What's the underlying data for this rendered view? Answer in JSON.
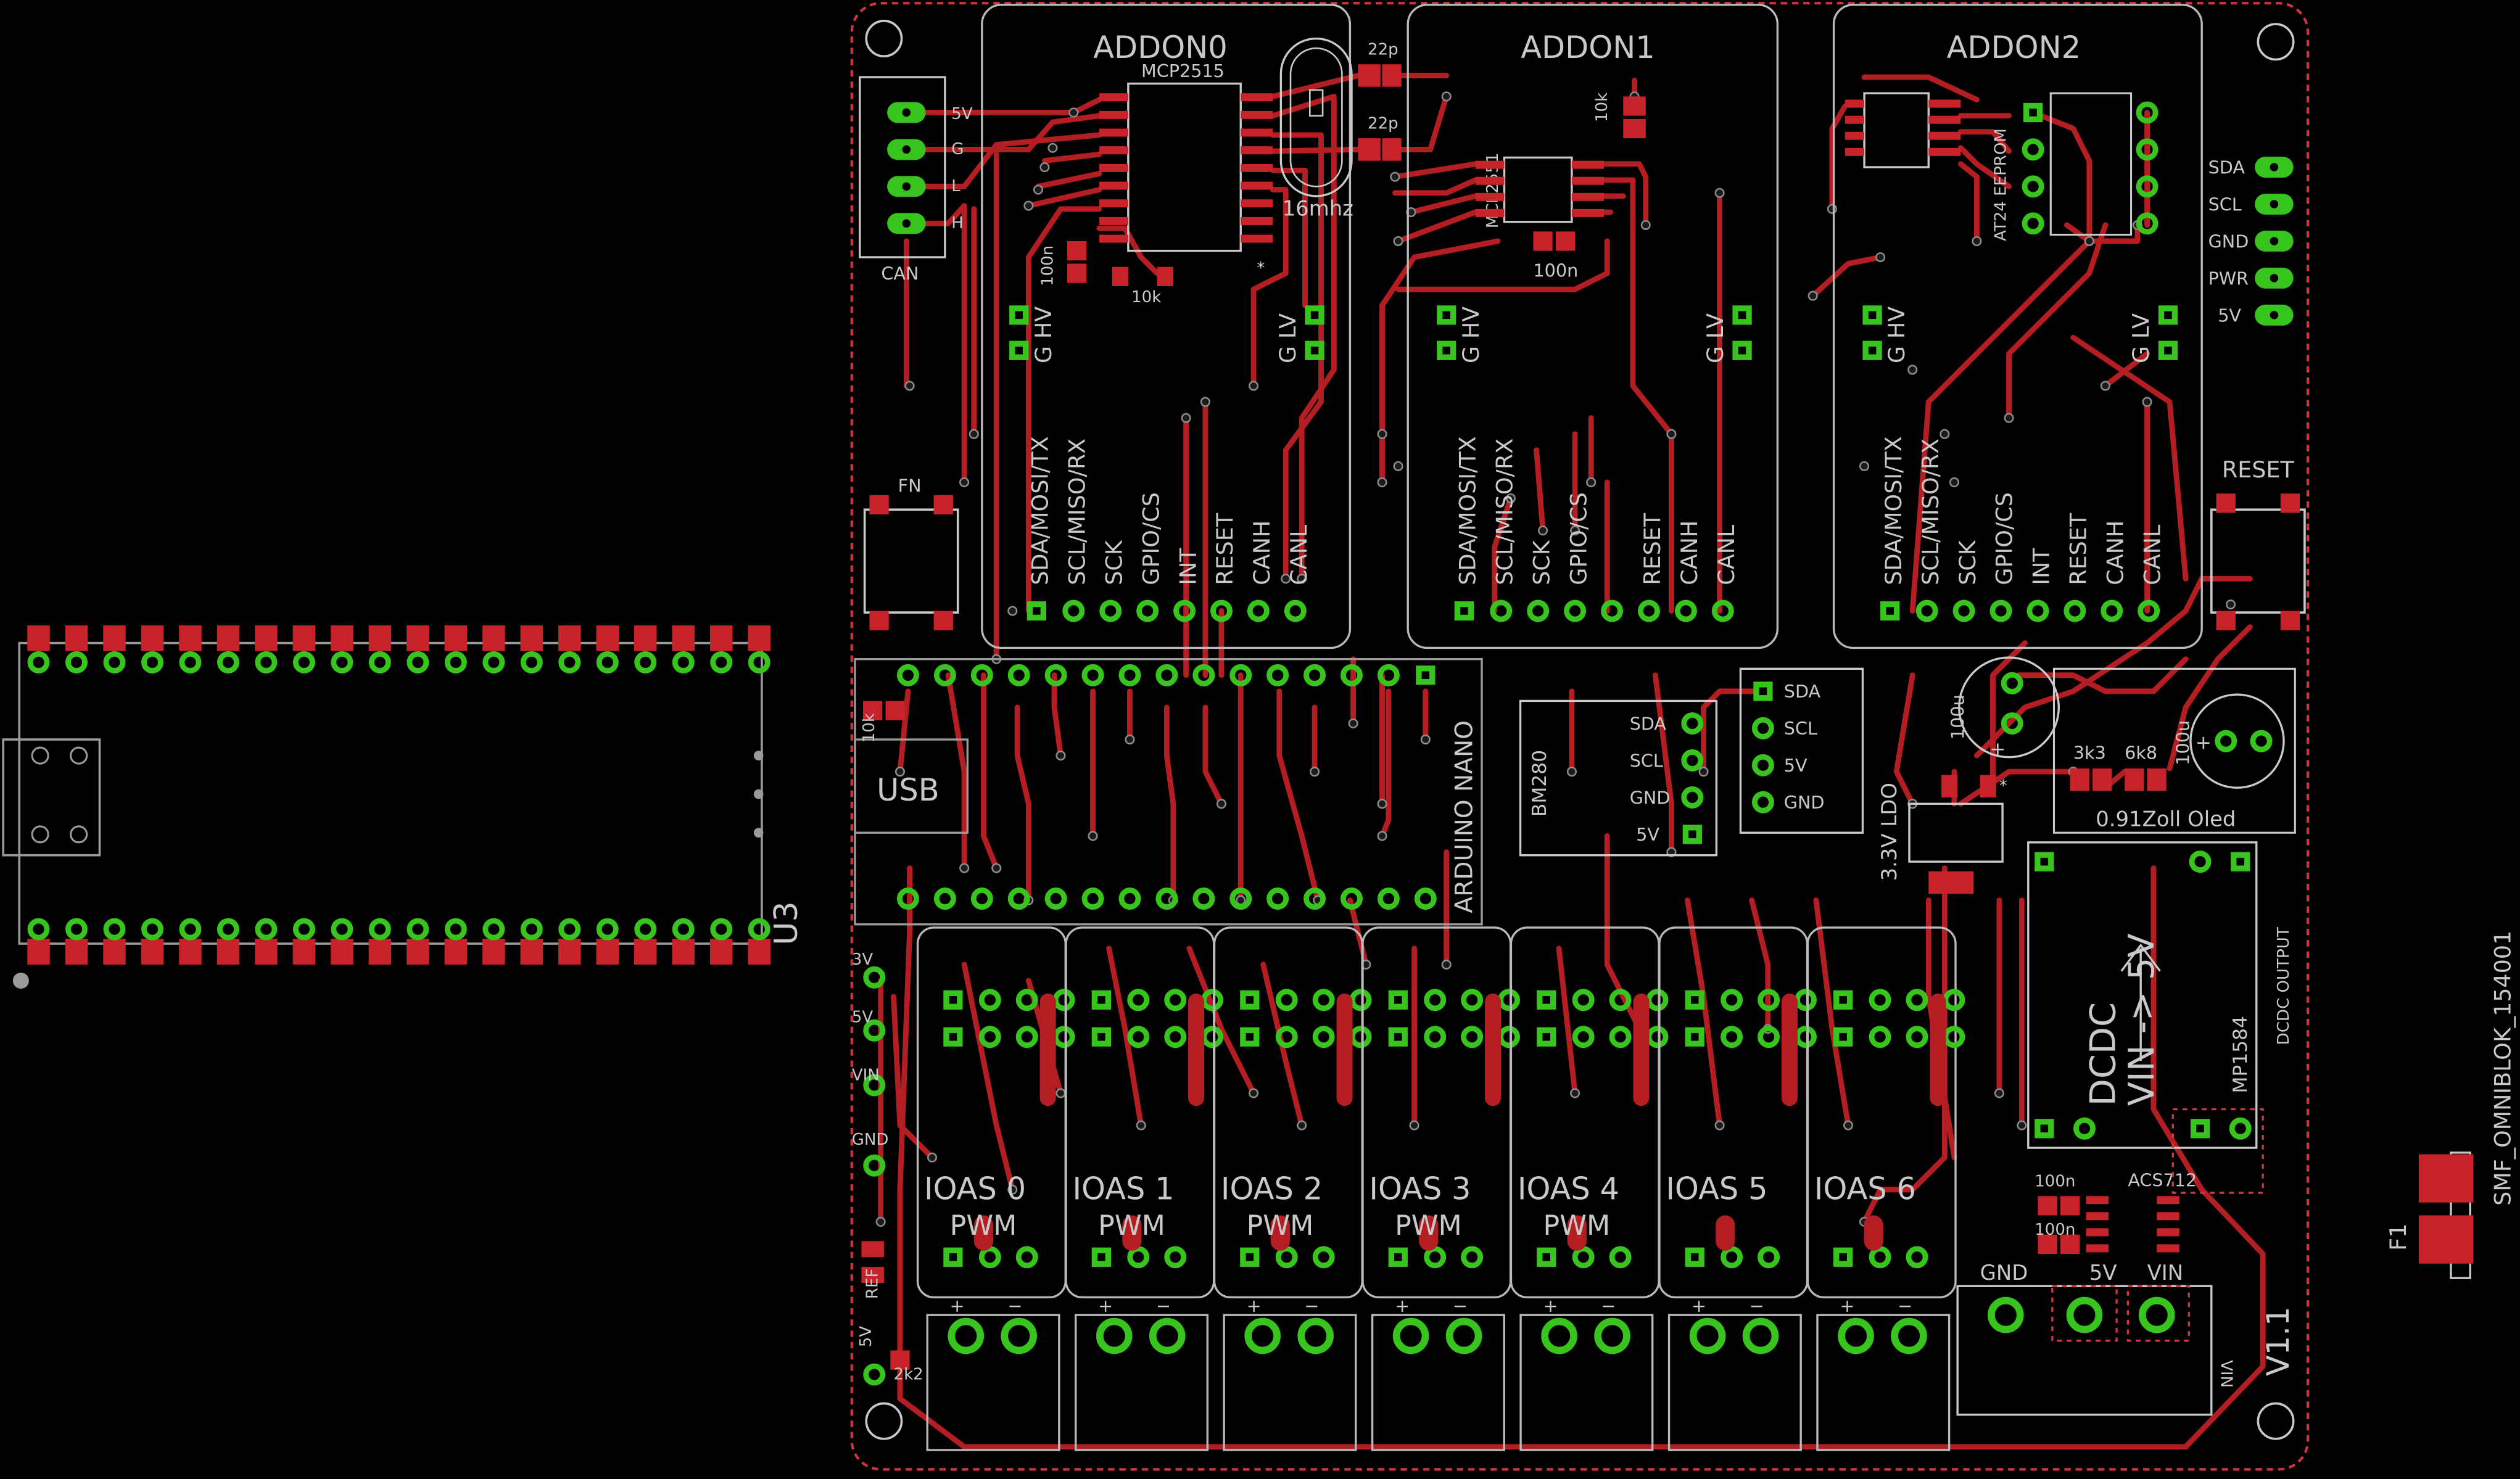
{
  "colors": {
    "background": "#000000",
    "trace": "#b41e23",
    "copper_pad": "#c8222a",
    "via_ring": "#37c41d",
    "silkscreen": "#c9c9c9",
    "outline": "#d3333c"
  },
  "addons": [
    {
      "title": "ADDON0",
      "chip": "MCP2515",
      "crystal": "16mhz",
      "left_pins": "G HV",
      "right_pins": "G LV",
      "pins": [
        "SDA/MOSI/TX",
        "SCL/MISO/RX",
        "SCK",
        "GPIO/CS",
        "INT",
        "RESET",
        "CANH",
        "CANL"
      ]
    },
    {
      "title": "ADDON1",
      "chip": "MCP2551",
      "left_pins": "G HV",
      "right_pins": "G LV",
      "pins": [
        "SDA/MOSI/TX",
        "SCL/MISO/RX",
        "SCK",
        "GPIO/CS",
        "RESET",
        "CANH",
        "CANL"
      ]
    },
    {
      "title": "ADDON2",
      "chip": "AT24 EEPROM",
      "left_pins": "G HV",
      "right_pins": "G LV",
      "pins": [
        "SDA/MOSI/TX",
        "SCL/MISO/RX",
        "SCK",
        "GPIO/CS",
        "INT",
        "RESET",
        "CANH",
        "CANL"
      ]
    }
  ],
  "component_labels": {
    "can_connector": "CAN",
    "can_5v": "5V",
    "can_g": "G",
    "can_l": "L",
    "can_h": "H",
    "cap_22p_a": "22p",
    "cap_22p_b": "22p",
    "res_10k_a": "10k",
    "res_10k_b": "10k",
    "res_10k_c": "10k",
    "cap_100n_a": "100n",
    "cap_100n_b": "100n",
    "fn_button": "FN",
    "usb": "USB",
    "arduino": "ARDUINO NANO",
    "bm280": "BM280",
    "bm280_pins": [
      "SDA",
      "SCL",
      "GND",
      "5V"
    ],
    "i2c_module_pins": [
      "SDA",
      "SCL",
      "5V",
      "GND"
    ],
    "ldo": "3.3V LDO",
    "cap_100u_a": "100u",
    "cap_100u_b": "100u",
    "res_3k3": "3k3",
    "res_6k8": "6k8",
    "oled": "0.91Zoll Oled",
    "reset": "RESET",
    "header_right": [
      "SDA",
      "SCL",
      "GND",
      "PWR",
      "5V"
    ],
    "dcdc_main": "DCDC",
    "dcdc_sub": "VIN -> 5V",
    "dcdc_output": "DCDC OUTPUT",
    "dcdc_chip": "MP1584",
    "acs": "ACS712",
    "cap_100n_c": "100n",
    "cap_100n_d": "100n",
    "power_gnd": "GND",
    "power_5v": "5V",
    "power_vin": "VIN",
    "vin_small": "VIN",
    "version": "V1.1",
    "left_header": [
      "3V",
      "5V",
      "VIN",
      "GND"
    ],
    "ref": "REF",
    "ref_5v": "5V",
    "res_2k2": "2k2",
    "u3": "U3",
    "f1": "F1",
    "part_name": "SMF_OMNIBLOK_154001"
  },
  "ioas_channels": [
    {
      "label": "IOAS 0",
      "pwm": "PWM"
    },
    {
      "label": "IOAS 1",
      "pwm": "PWM"
    },
    {
      "label": "IOAS 2",
      "pwm": "PWM"
    },
    {
      "label": "IOAS 3",
      "pwm": "PWM"
    },
    {
      "label": "IOAS 4",
      "pwm": "PWM"
    },
    {
      "label": "IOAS 5",
      "pwm": ""
    },
    {
      "label": "IOAS 6",
      "pwm": ""
    }
  ],
  "terminal_plus": "+",
  "terminal_minus": "−",
  "crystal_marker": "*"
}
